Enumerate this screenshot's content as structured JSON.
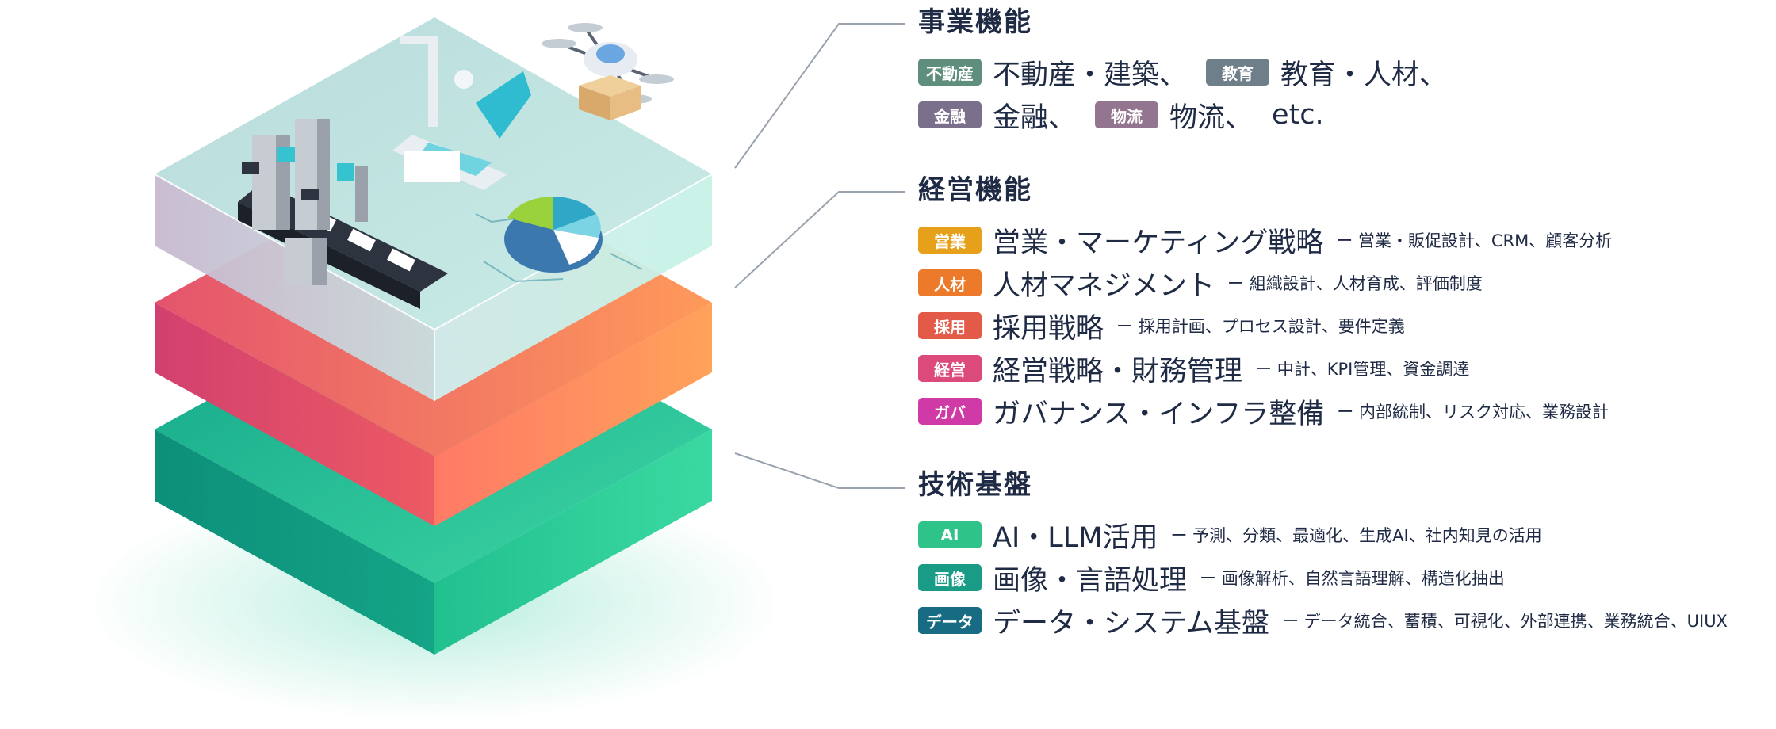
{
  "colors": {
    "title": "#1f2a44",
    "layer_top": "#bfe3e3",
    "layer_mid_left": "#d9456f",
    "layer_mid_right": "#ff9a5a",
    "layer_bottom": "#1fbf95"
  },
  "business": {
    "title": "事業機能",
    "items": [
      {
        "badge": "不動産",
        "label": "不動産・建築、",
        "color": "#5f8f7c"
      },
      {
        "badge": "教育",
        "label": "教育・人材、",
        "color": "#6e7f8a"
      },
      {
        "badge": "金融",
        "label": "金融、",
        "color": "#7a708c"
      },
      {
        "badge": "物流",
        "label": "物流、",
        "color": "#94758f"
      }
    ],
    "etc": "etc."
  },
  "management": {
    "title": "経営機能",
    "items": [
      {
        "badge": "営業",
        "label": "営業・マーケティング戦略",
        "detail": "ー 営業・販促設計、CRM、顧客分析",
        "color": "#e6a019"
      },
      {
        "badge": "人材",
        "label": "人材マネジメント",
        "detail": "ー 組織設計、人材育成、評価制度",
        "color": "#ec7a2a"
      },
      {
        "badge": "採用",
        "label": "採用戦略",
        "detail": "ー 採用計画、プロセス設計、要件定義",
        "color": "#e45a48"
      },
      {
        "badge": "経営",
        "label": "経営戦略・財務管理",
        "detail": "ー 中計、KPI管理、資金調達",
        "color": "#dc4a7c"
      },
      {
        "badge": "ガバ",
        "label": "ガバナンス・インフラ整備",
        "detail": "ー 内部統制、リスク対応、業務設計",
        "color": "#cf3aa6"
      }
    ]
  },
  "tech": {
    "title": "技術基盤",
    "items": [
      {
        "badge": "AI",
        "label": "AI・LLM活用",
        "detail": "ー 予測、分類、最適化、生成AI、社内知見の活用",
        "color": "#2ec489"
      },
      {
        "badge": "画像",
        "label": "画像・言語処理",
        "detail": "ー 画像解析、自然言語理解、構造化抽出",
        "color": "#1a9b86"
      },
      {
        "badge": "データ",
        "label": "データ・システム基盤",
        "detail": "ー データ統合、蓄積、可視化、外部連携、業務統合、UIUX",
        "color": "#176b82"
      }
    ]
  }
}
